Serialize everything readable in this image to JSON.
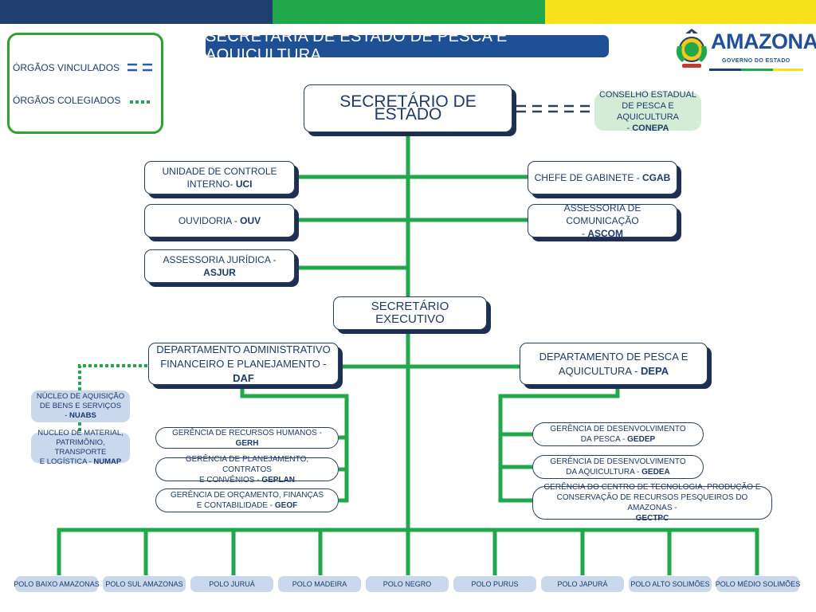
{
  "colors": {
    "blue": "#1f3f6e",
    "green": "#20a84a",
    "yellow": "#f7e21c",
    "line": "#20a84a"
  },
  "header": {
    "title": "SECRETARIA DE ESTADO DE PESCA E AQUICULTURA"
  },
  "logo": {
    "word": "AMAZONAS",
    "subtitle": "GOVERNO DO ESTADO"
  },
  "legend": {
    "vinculados": "ÓRGÃOS VINCULADOS",
    "colegiados": "ÓRGÃOS COLEGIADOS"
  },
  "secretario": {
    "label": "SECRETÁRIO DE ESTADO"
  },
  "conepa": {
    "line1": "CONSELHO ESTADUAL",
    "line2": "DE PESCA E AQUICULTURA",
    "prefix": "-",
    "acronym": "CONEPA"
  },
  "uci": {
    "line1": "UNIDADE DE CONTROLE",
    "line2": "INTERNO-",
    "acronym": "UCI"
  },
  "ouv": {
    "text": "OUVIDORIA -",
    "acronym": "OUV"
  },
  "asjur": {
    "text": "ASSESSORIA JURÍDICA -",
    "acronym": "ASJUR"
  },
  "cgab": {
    "text": "CHEFE DE GABINETE -",
    "acronym": "CGAB"
  },
  "ascom": {
    "line1": "ASSESSORIA DE COMUNICAÇÃO",
    "prefix": "-",
    "acronym": "ASCOM"
  },
  "executivo": {
    "label": "SECRETÁRIO EXECUTIVO"
  },
  "daf": {
    "line1": "DEPARTAMENTO ADMINISTRATIVO",
    "line2": "FINANCEIRO E PLANEJAMENTO -",
    "acronym": "DAF"
  },
  "depa": {
    "line1": "DEPARTAMENTO DE PESCA E",
    "line2": "AQUICULTURA -",
    "acronym": "DEPA"
  },
  "nuabs": {
    "line1": "NÚCLEO DE AQUISIÇÃO",
    "line2": "DE BENS E SERVIÇOS",
    "prefix": "-",
    "acronym": "NUABS"
  },
  "numap": {
    "line1": "NUCLEO DE MATERIAL,",
    "line2": "PATRIMÔNIO, TRANSPORTE",
    "line3": "E LOGÍSTICA -",
    "acronym": "NUMAP"
  },
  "gerh": {
    "text": "GERÊNCIA DE RECURSOS HUMANOS -",
    "acronym": "GERH"
  },
  "geplan": {
    "line1": "GERÊNCIA DE PLANEJAMENTO, CONTRATOS",
    "line2": "E CONVÊNIOS -",
    "acronym": "GEPLAN"
  },
  "geof": {
    "line1": "GERÊNCIA DE ORÇAMENTO, FINANÇAS",
    "line2": "E CONTABILIDADE -",
    "acronym": "GEOF"
  },
  "gedep": {
    "line1": "GERÊNCIA DE DESENVOLVIMENTO",
    "line2": "DA PESCA -",
    "acronym": "GEDEP"
  },
  "gedea": {
    "line1": "GERÊNCIA DE DESENVOLVIMENTO",
    "line2": "DA AQUICULTURA -",
    "acronym": "GEDEA"
  },
  "gectpc": {
    "line1": "GERÊNCIA DO CENTRO DE TECNOLOGIA, PRODUÇÃO E",
    "line2": "CONSERVAÇÃO DE RECURSOS PESQUEIROS DO AMAZONAS -",
    "acronym": "GECTPC"
  },
  "polos": [
    "POLO BAIXO AMAZONAS",
    "POLO SUL AMAZONAS",
    "POLO JURUÁ",
    "POLO MADEIRA",
    "POLO NEGRO",
    "POLO PURUS",
    "POLO JAPURÁ",
    "POLO ALTO SOLIMÕES",
    "POLO MÉDIO SOLIMÕES"
  ]
}
